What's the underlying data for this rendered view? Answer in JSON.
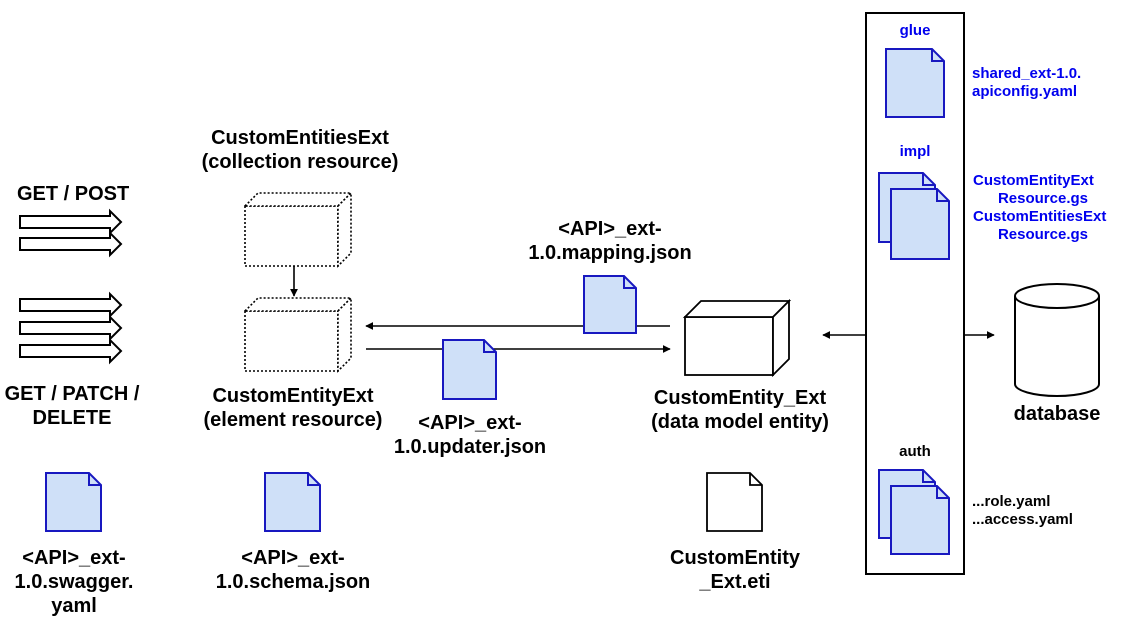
{
  "colors": {
    "doc_fill": "#cfe0f8",
    "doc_stroke": "#1818c0",
    "doc_plain_fill": "#ffffff",
    "doc_plain_stroke": "#000000",
    "file_label_blue": "#0000ee",
    "line": "#000000"
  },
  "http": {
    "collection_methods": "GET / POST",
    "element_methods_line1": "GET / PATCH /",
    "element_methods_line2": "DELETE"
  },
  "resources": {
    "collection_name": "CustomEntitiesExt",
    "collection_desc": "(collection resource)",
    "element_name": "CustomEntityExt",
    "element_desc": "(element resource)"
  },
  "entity": {
    "name": "CustomEntity_Ext",
    "desc": "(data model entity)"
  },
  "files": {
    "swagger_line1": "<API>_ext-",
    "swagger_line2": "1.0.swagger.",
    "swagger_line3": "yaml",
    "schema_line1": "<API>_ext-",
    "schema_line2": "1.0.schema.json",
    "updater_line1": "<API>_ext-",
    "updater_line2": "1.0.updater.json",
    "mapping_line1": "<API>_ext-",
    "mapping_line2": "1.0.mapping.json",
    "eti_line1": "CustomEntity",
    "eti_line2": "_Ext.eti"
  },
  "config_panel": {
    "glue_title": "glue",
    "glue_file_line1": "shared_ext-1.0.",
    "glue_file_line2": "apiconfig.yaml",
    "impl_title": "impl",
    "impl_file1_line1": "CustomEntityExt",
    "impl_file1_line2": "Resource.gs",
    "impl_file2_line1": "CustomEntitiesExt",
    "impl_file2_line2": "Resource.gs",
    "auth_title": "auth",
    "auth_file1": "...role.yaml",
    "auth_file2": "...access.yaml"
  },
  "database": {
    "label": "database"
  }
}
